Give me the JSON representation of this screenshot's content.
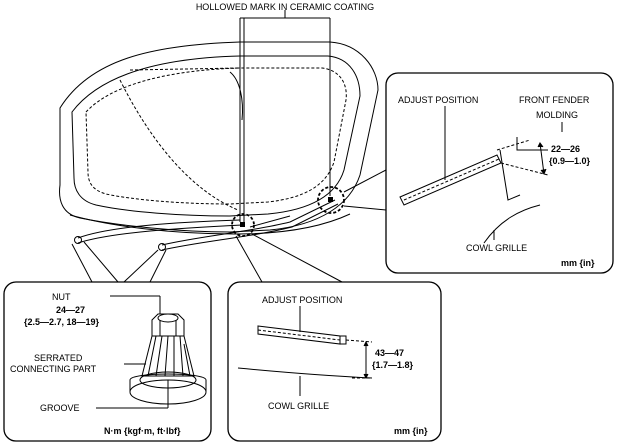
{
  "top_callout": {
    "label": "HOLLOWED MARK IN CERAMIC COATING"
  },
  "panel_fender": {
    "adjust_position": "ADJUST POSITION",
    "front_fender_line1": "FRONT FENDER",
    "front_fender_line2": "MOLDING",
    "gap_value": "22—26",
    "gap_value_in": "{0.9—1.0}",
    "cowl_grille": "COWL GRILLE",
    "unit": "mm {in}"
  },
  "panel_nut": {
    "nut": "NUT",
    "torque": "24—27",
    "torque_alt": "{2.5—2.7, 18—19}",
    "serrated_line1": "SERRATED",
    "serrated_line2": "CONNECTING PART",
    "groove": "GROOVE",
    "unit": "N·m {kgf·m, ft·lbf}"
  },
  "panel_center": {
    "adjust_position": "ADJUST POSITION",
    "gap_value": "43—47",
    "gap_value_in": "{1.7—1.8}",
    "cowl_grille": "COWL GRILLE",
    "unit": "mm {in}"
  }
}
